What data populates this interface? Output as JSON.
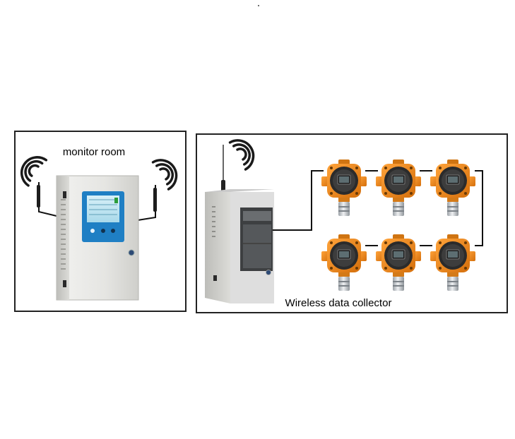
{
  "labels": {
    "monitor_room": "monitor room",
    "wireless_collector": "Wireless data collector"
  },
  "panels": [
    {
      "name": "monitor-room-panel"
    },
    {
      "name": "wireless-collector-panel"
    }
  ],
  "detectors": {
    "rows": 2,
    "per_row": 3
  },
  "colors": {
    "border": "#222222",
    "cabinet": "#e6e6e3",
    "screen_bezel": "#1f7fc4",
    "screen": "#bfe6f3",
    "detector_orange": "#f08a1e",
    "detector_dark": "#2a2a2a",
    "steel": "#c8ccd0",
    "cable": "#111111"
  },
  "icons": [
    "wifi-signal-icon",
    "antenna-icon"
  ]
}
